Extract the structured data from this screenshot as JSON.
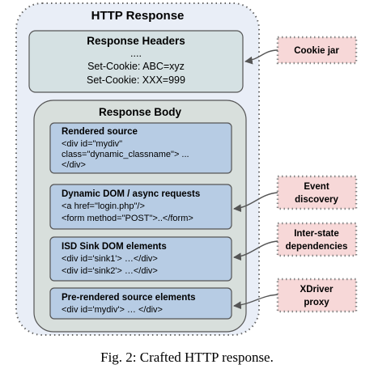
{
  "title": "HTTP Response",
  "headers": {
    "heading": "Response Headers",
    "lines": [
      "....",
      "Set-Cookie: ABC=xyz",
      "Set-Cookie: XXX=999"
    ]
  },
  "body": {
    "heading": "Response Body",
    "boxes": [
      {
        "title": "Rendered source",
        "lines": [
          "<div id=\"mydiv\"",
          "class=\"dynamic_classname\"> ...",
          "</div>"
        ]
      },
      {
        "title": "Dynamic DOM / async requests",
        "lines": [
          "<a href=\"login.php\"/>",
          "<form method=\"POST\">..</form>"
        ]
      },
      {
        "title": "ISD Sink DOM elements",
        "lines": [
          "<div id='sink1'> …</div>",
          "<div id='sink2'> …</div>"
        ]
      },
      {
        "title": "Pre-rendered source elements",
        "lines": [
          "<div id='mydiv'> … </div>"
        ]
      }
    ]
  },
  "side_labels": [
    {
      "lines": [
        "Cookie jar"
      ]
    },
    {
      "lines": [
        "Event",
        "discovery"
      ]
    },
    {
      "lines": [
        "Inter-state",
        "dependencies"
      ]
    },
    {
      "lines": [
        "XDriver",
        "proxy"
      ]
    }
  ],
  "caption": "Fig. 2: Crafted HTTP response.",
  "colors": {
    "outer_fill": "#e9eef7",
    "headers_fill": "#d5e1e3",
    "body_fill": "#d8dfdc",
    "box_fill": "#b7cce4",
    "side_fill": "#f7d8d8",
    "stroke": "#555555",
    "side_stroke": "#888888"
  }
}
